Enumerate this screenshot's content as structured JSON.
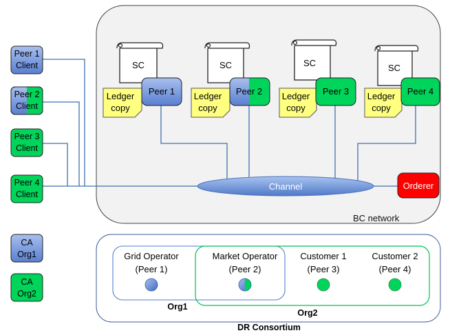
{
  "clients": [
    {
      "line1": "Peer 1",
      "line2": "Client"
    },
    {
      "line1": "Peer 2",
      "line2": "Client"
    },
    {
      "line1": "Peer 3",
      "line2": "Client"
    },
    {
      "line1": "Peer 4",
      "line2": "Client"
    }
  ],
  "network": {
    "label": "BC network",
    "channel_label": "Channel",
    "orderer_label": "Orderer",
    "peers": [
      {
        "sc": "SC",
        "ledger_line1": "Ledger",
        "ledger_line2": "copy",
        "peer": "Peer 1"
      },
      {
        "sc": "SC",
        "ledger_line1": "Ledger",
        "ledger_line2": "copy",
        "peer": "Peer 2"
      },
      {
        "sc": "SC",
        "ledger_line1": "Ledger",
        "ledger_line2": "copy",
        "peer": "Peer 3"
      },
      {
        "sc": "SC",
        "ledger_line1": "Ledger",
        "ledger_line2": "copy",
        "peer": "Peer 4"
      }
    ]
  },
  "cas": [
    {
      "line1": "CA",
      "line2": "Org1"
    },
    {
      "line1": "CA",
      "line2": "Org2"
    }
  ],
  "consortium": {
    "title": "DR Consortium",
    "org1_label": "Org1",
    "org2_label": "Org2",
    "members": [
      {
        "line1": "Grid Operator",
        "line2": "(Peer 1)"
      },
      {
        "line1": "Market Operator",
        "line2": "(Peer 2)"
      },
      {
        "line1": "Customer 1",
        "line2": "(Peer 3)"
      },
      {
        "line1": "Customer 2",
        "line2": "(Peer 4)"
      }
    ]
  },
  "colors": {
    "blue": "#6a8fd8",
    "green": "#00d45a",
    "red": "#ff0000",
    "yellow": "#ffff80",
    "line": "#3f6fb0"
  }
}
